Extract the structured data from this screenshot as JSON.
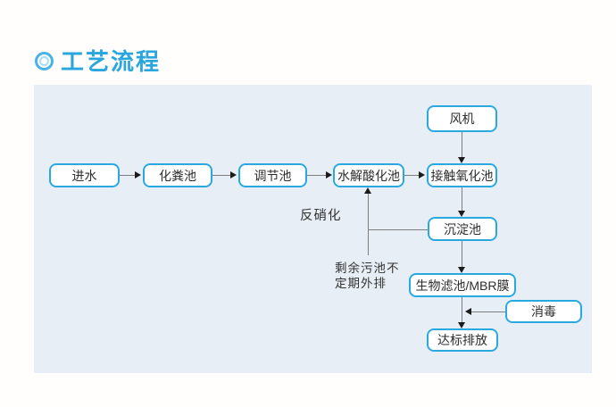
{
  "header": {
    "title": "工艺流程",
    "icon": "double-ring-icon"
  },
  "flowchart": {
    "nodes": {
      "inlet": "进水",
      "septic": "化粪池",
      "regulating": "调节池",
      "hydrolysis": "水解酸化池",
      "contact_oxidation": "接触氧化池",
      "blower": "风机",
      "sedimentation": "沉淀池",
      "biofilter_mbr": "生物滤池/MBR膜",
      "disinfection": "消毒",
      "discharge": "达标排放"
    },
    "labels": {
      "denitrification": "反硝化",
      "sludge_line1": "剩余污池不",
      "sludge_line2": "定期外排"
    },
    "colors": {
      "title_blue": "#2aa6de",
      "node_border_blue": "#2aa9e1",
      "panel_background": "#e7eef5",
      "line_gray": "#7e7e7e",
      "arrowhead_black": "#1b1b1b"
    }
  }
}
